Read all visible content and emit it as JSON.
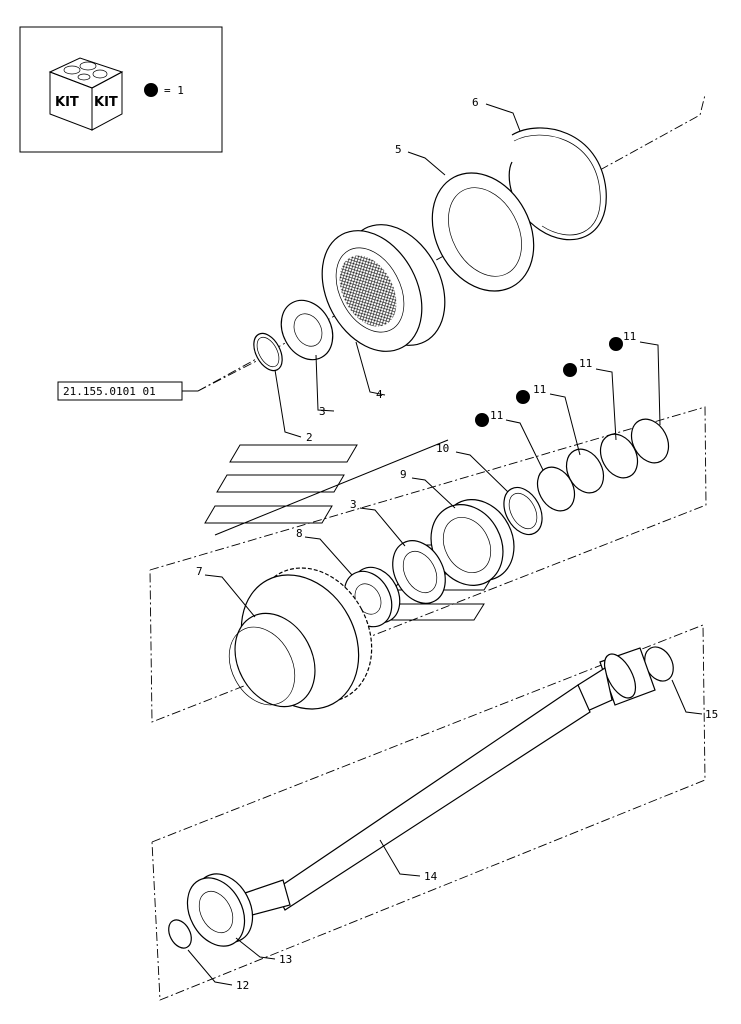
{
  "legend": {
    "kit_box_text_left": "KIT",
    "kit_box_text_right": "KIT",
    "dot_meaning": "= 1"
  },
  "reference_label": "21.155.0101 01",
  "callouts": {
    "c1": "2",
    "c2": "3",
    "c3": "3",
    "c4": "4",
    "c5": "5",
    "c6": "6",
    "c7": "7",
    "c8": "8",
    "c9": "9",
    "c10": "10",
    "c11a": "11",
    "c11b": "11",
    "c11c": "11",
    "c11d": "11",
    "c12": "12",
    "c13": "13",
    "c14": "14",
    "c15": "15"
  },
  "colors": {
    "ink": "#000000",
    "paper": "#ffffff"
  }
}
